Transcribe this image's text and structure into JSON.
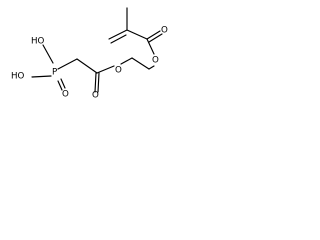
{
  "molecule": {
    "atoms": {
      "ho_top": "HO",
      "ho_left": "HO",
      "p": "P",
      "o_phosphoryl": "O",
      "o_carbonyl_left": "O",
      "o_ester_left": "O",
      "o_ester_right": "O",
      "o_carbonyl_right": "O"
    }
  }
}
